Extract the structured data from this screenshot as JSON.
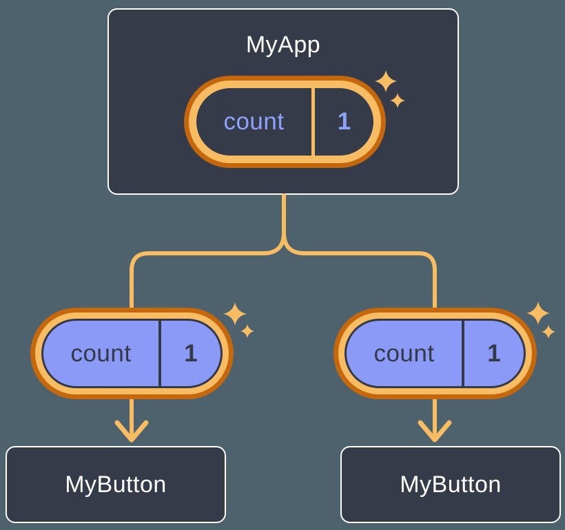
{
  "diagram": {
    "kind": "react-component-tree",
    "root": {
      "title": "MyApp",
      "pill": {
        "label": "count",
        "value": "1"
      }
    },
    "children": [
      {
        "title": "MyButton",
        "pill": {
          "label": "count",
          "value": "1"
        }
      },
      {
        "title": "MyButton",
        "pill": {
          "label": "count",
          "value": "1"
        }
      }
    ],
    "icons": [
      "sparkle-icon"
    ],
    "colors": {
      "background": "#4d626c",
      "node_background": "#353b48",
      "node_border": "#ffffff",
      "accent_orange_light": "#f8bc63",
      "accent_orange_dark": "#c5670d",
      "prop_pill_fill": "#8b9af7",
      "state_text": "#8da2fb",
      "dark_text": "#333947",
      "title_text": "#ffffff"
    }
  }
}
